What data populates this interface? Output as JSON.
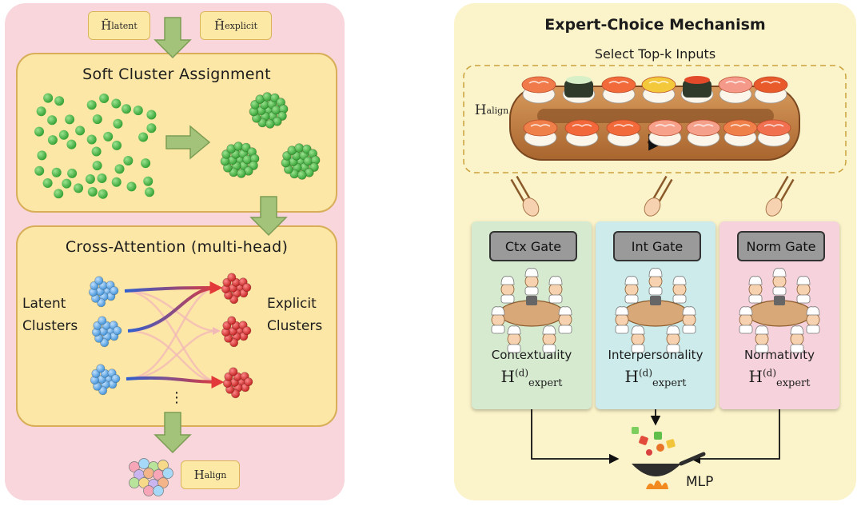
{
  "left": {
    "input_tags": [
      {
        "symbol": "H̃",
        "subscript": "latent"
      },
      {
        "symbol": "H̃",
        "subscript": "explicit"
      }
    ],
    "soft_cluster_title": "Soft Cluster Assignment",
    "cross_attention_title": "Cross-Attention (multi-head)",
    "latent_label": [
      "Latent",
      "Clusters"
    ],
    "explicit_label": [
      "Explicit",
      "Clusters"
    ],
    "ellipsis": "⋮",
    "output_tag": {
      "symbol": "H",
      "subscript": "align"
    }
  },
  "right": {
    "title": "Expert-Choice Mechanism",
    "subtitle": "Select Top-k Inputs",
    "align_label": {
      "symbol": "H",
      "subscript": "align"
    },
    "experts": [
      {
        "gate": "Ctx Gate",
        "name": "Contextuality",
        "color": "#d6ead0",
        "formula": {
          "symbol": "H",
          "superscript": "(d)",
          "subscript": "expert"
        }
      },
      {
        "gate": "Int Gate",
        "name": "Interpersonality",
        "color": "#cdebea",
        "formula": {
          "symbol": "H",
          "superscript": "(d)",
          "subscript": "expert"
        }
      },
      {
        "gate": "Norm Gate",
        "name": "Normativity",
        "color": "#f6d3dc",
        "formula": {
          "symbol": "H",
          "superscript": "(d)",
          "subscript": "expert"
        }
      }
    ],
    "mlp_label": "MLP"
  },
  "colors": {
    "left_bg": "#f8d6dc",
    "right_bg": "#fbf3c9",
    "box_fill": "#fde7a6",
    "green_dot": "#3fb53f",
    "blue_cluster": "#5aa6e6",
    "red_cluster": "#d93030",
    "arrow_green": "#a3c27a"
  }
}
